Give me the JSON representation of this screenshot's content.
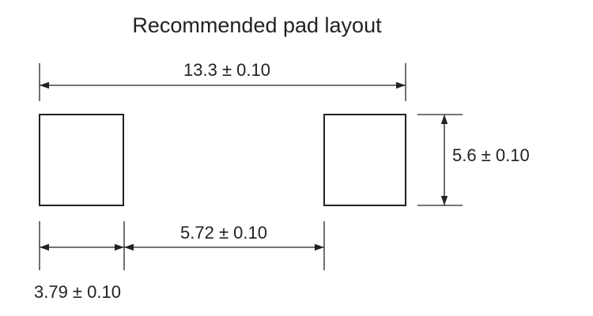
{
  "title": "Recommended pad layout",
  "dimensions": {
    "overall_width": "13.3 ± 0.10",
    "pad_height": "5.6 ± 0.10",
    "pad_gap": "5.72 ± 0.10",
    "pad_width": "3.79 ± 0.10"
  },
  "colors": {
    "line": "#222222",
    "background": "#ffffff"
  }
}
